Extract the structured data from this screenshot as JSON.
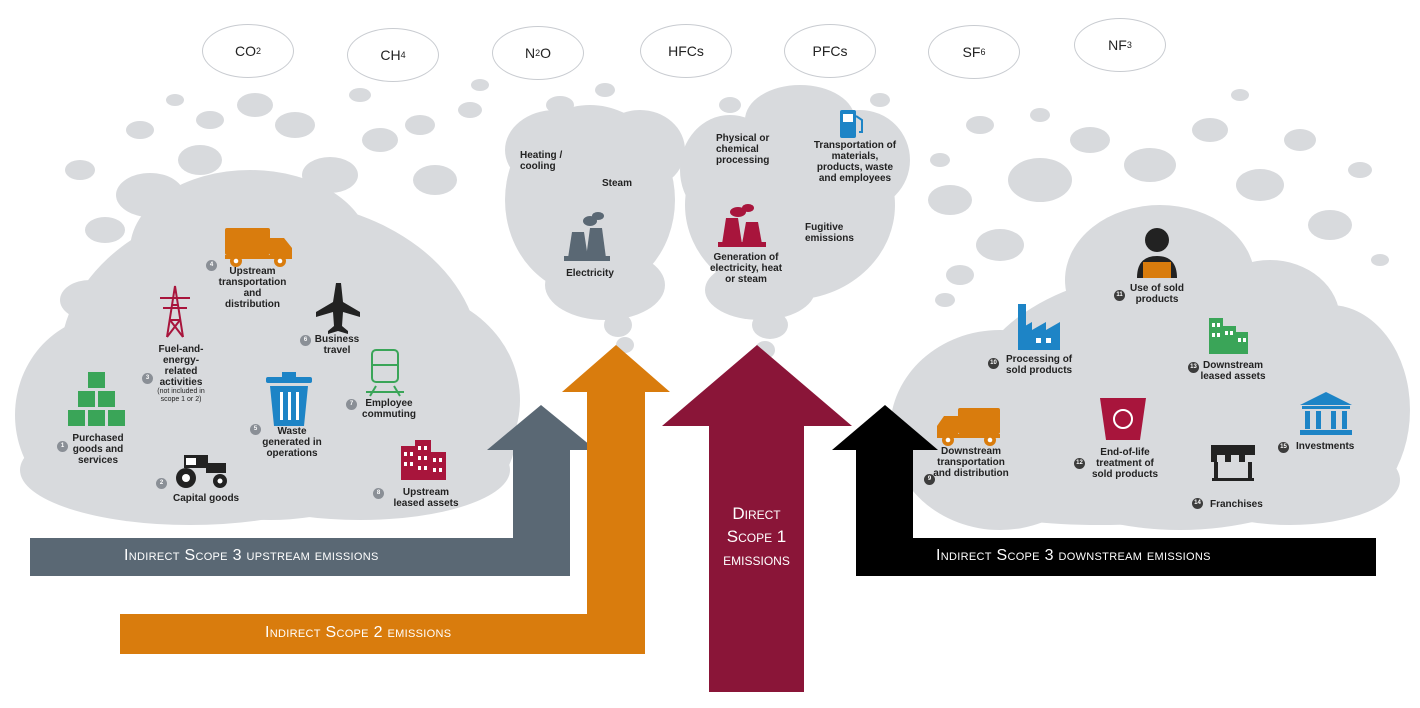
{
  "gases": [
    {
      "main": "CO",
      "sub": "2"
    },
    {
      "main": "CH",
      "sub": "4"
    },
    {
      "main": "N",
      "sub": "2",
      "tail": "O"
    },
    {
      "main": "HFCs",
      "sub": ""
    },
    {
      "main": "PFCs",
      "sub": ""
    },
    {
      "main": "SF",
      "sub": "6"
    },
    {
      "main": "NF",
      "sub": "3"
    }
  ],
  "upstream": {
    "purchased": {
      "num": "1",
      "label": "Purchased goods and services"
    },
    "capital": {
      "num": "2",
      "label": "Capital goods"
    },
    "fuel": {
      "num": "3",
      "label": "Fuel-and-energy-related activities",
      "note": "(not included in scope 1 or 2)"
    },
    "transport": {
      "num": "4",
      "label": "Upstream transportation and distribution"
    },
    "waste": {
      "num": "5",
      "label": "Waste generated in operations"
    },
    "travel": {
      "num": "6",
      "label": "Business travel"
    },
    "commuting": {
      "num": "7",
      "label": "Employee commuting"
    },
    "leased": {
      "num": "8",
      "label": "Upstream leased assets"
    }
  },
  "scope2": {
    "heating": "Heating / cooling",
    "steam": "Steam",
    "electricity": "Electricity"
  },
  "scope1": {
    "processing": "Physical or chemical processing",
    "transportation": "Transportation of materials, products, waste and employees",
    "generation": "Generation of electricity, heat or steam",
    "fugitive": "Fugitive emissions"
  },
  "downstream": {
    "transport": {
      "num": "9",
      "label": "Downstream transportation and distribution"
    },
    "processing": {
      "num": "10",
      "label": "Processing of sold products"
    },
    "use": {
      "num": "11",
      "label": "Use of sold products"
    },
    "eol": {
      "num": "12",
      "label": "End-of-life treatment of sold products"
    },
    "leased": {
      "num": "13",
      "label": "Downstream leased assets"
    },
    "franchises": {
      "num": "14",
      "label": "Franchises"
    },
    "investments": {
      "num": "15",
      "label": "Investments"
    }
  },
  "banners": {
    "upstream": "Indirect Scope 3 upstream emissions",
    "scope2": "Indirect Scope 2 emissions",
    "scope1_l1": "Direct",
    "scope1_l2": "Scope 1",
    "scope1_l3": "emissions",
    "downstream": "Indirect Scope 3 downstream emissions"
  },
  "colors": {
    "cloud": "#d8dadd",
    "upstream": "#5a6874",
    "scope2": "#d97c0d",
    "scope1": "#8a1538",
    "downstream": "#000000",
    "green": "#3aa558",
    "blue": "#1d84c6",
    "icon_red": "#a8153c"
  }
}
